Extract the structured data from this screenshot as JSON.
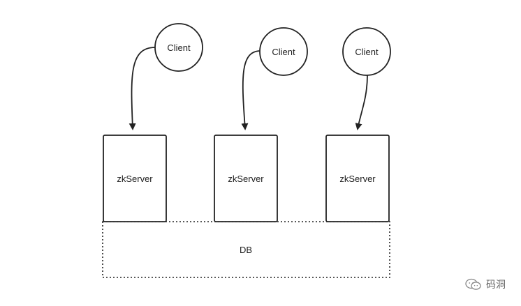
{
  "diagram": {
    "clients": [
      {
        "label": "Client"
      },
      {
        "label": "Client"
      },
      {
        "label": "Client"
      }
    ],
    "servers": [
      {
        "label": "zkServer"
      },
      {
        "label": "zkServer"
      },
      {
        "label": "zkServer"
      }
    ],
    "db": {
      "label": "DB"
    },
    "colors": {
      "stroke": "#222222",
      "fill": "#ffffff",
      "watermark": "#666666"
    }
  },
  "watermark": {
    "icon": "wechat-icon",
    "text": "码洞"
  }
}
